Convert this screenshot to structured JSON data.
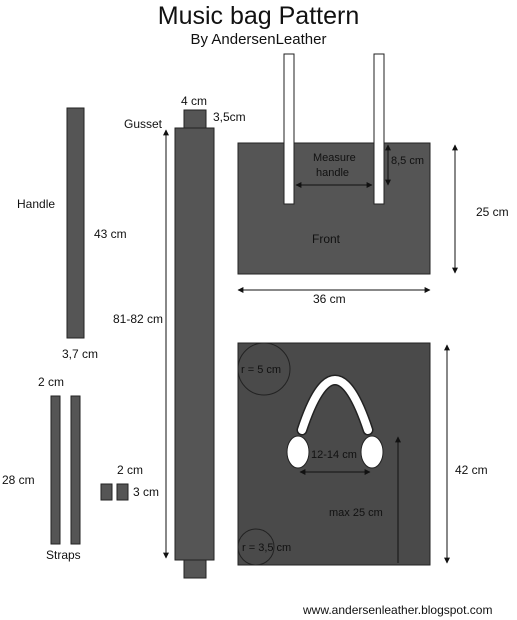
{
  "header": {
    "title": "Music bag Pattern",
    "subtitle": "By AndersenLeather"
  },
  "footer": {
    "url": "www.andersenleather.blogspot.com"
  },
  "colors": {
    "piece": "#555555",
    "piece_dark": "#4a4a4a",
    "outline": "#222222",
    "line": "#111111"
  },
  "handle": {
    "label": "Handle",
    "length": "43 cm",
    "width": "3,7 cm"
  },
  "straps": {
    "label": "Straps",
    "width": "2 cm",
    "length": "28 cm"
  },
  "small_pieces": {
    "width": "2 cm",
    "length": "3 cm"
  },
  "gusset": {
    "label": "Gusset",
    "tab_width": "4 cm",
    "tab_height": "3,5cm",
    "length": "81-82 cm"
  },
  "front": {
    "label": "Front",
    "height": "25 cm",
    "width": "36 cm",
    "measure_label_1": "Measure",
    "measure_label_2": "handle",
    "strap_height": "8,5 cm"
  },
  "back": {
    "height": "42 cm",
    "corner_radius_top": "r = 5 cm",
    "corner_radius_bottom": "r = 3,5 cm",
    "handle_width": "12-14 cm",
    "handle_max": "max 25 cm"
  }
}
